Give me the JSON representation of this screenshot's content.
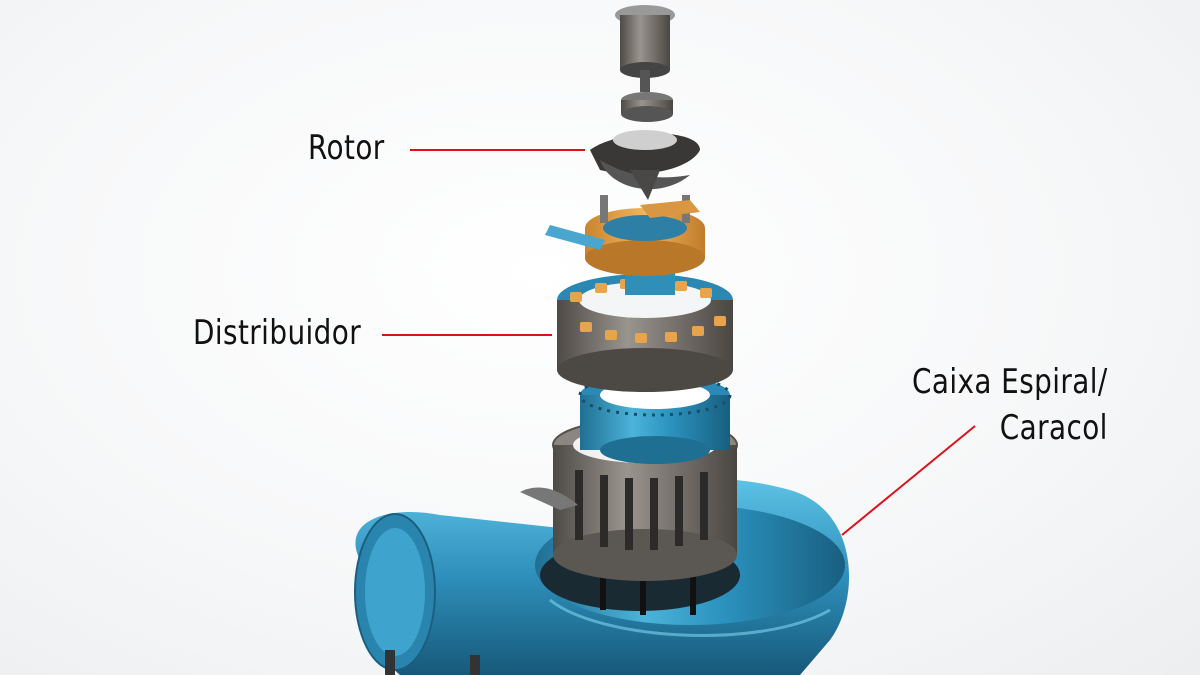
{
  "labels": {
    "rotor": "Rotor",
    "distribuidor": "Distribuidor",
    "caixa_line1": "Caixa Espiral/",
    "caixa_line2": "Caracol"
  },
  "colors": {
    "leader": "#e0101a",
    "casing_blue": "#2f8fb8",
    "orange_parts": "#e8a44a",
    "steel": "#6e6a66"
  }
}
